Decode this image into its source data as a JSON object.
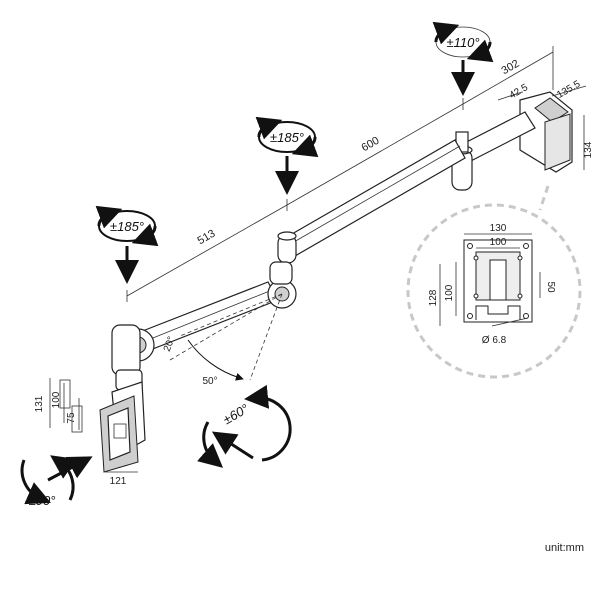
{
  "dimensions": {
    "rot_top": "±110°",
    "rot_mid": "±185°",
    "rot_left": "±185°",
    "arm_len_302": "302",
    "arm_len_600": "600",
    "arm_len_513": "513",
    "clamp_42_5": "42.5",
    "clamp_135_5": "135.5",
    "clamp_134": "134",
    "vesa_130": "130",
    "vesa_100_w": "100",
    "vesa_128": "128",
    "vesa_100_h": "100",
    "vesa_50": "50",
    "vesa_hole": "Ø 6.8",
    "tilt_20": "20°",
    "tilt_50": "50°",
    "tilt_60": "±60°",
    "rot_90": "±90°",
    "head_131": "131",
    "head_100": "100",
    "head_75": "75",
    "head_121": "121"
  },
  "unit_label": "unit:mm"
}
